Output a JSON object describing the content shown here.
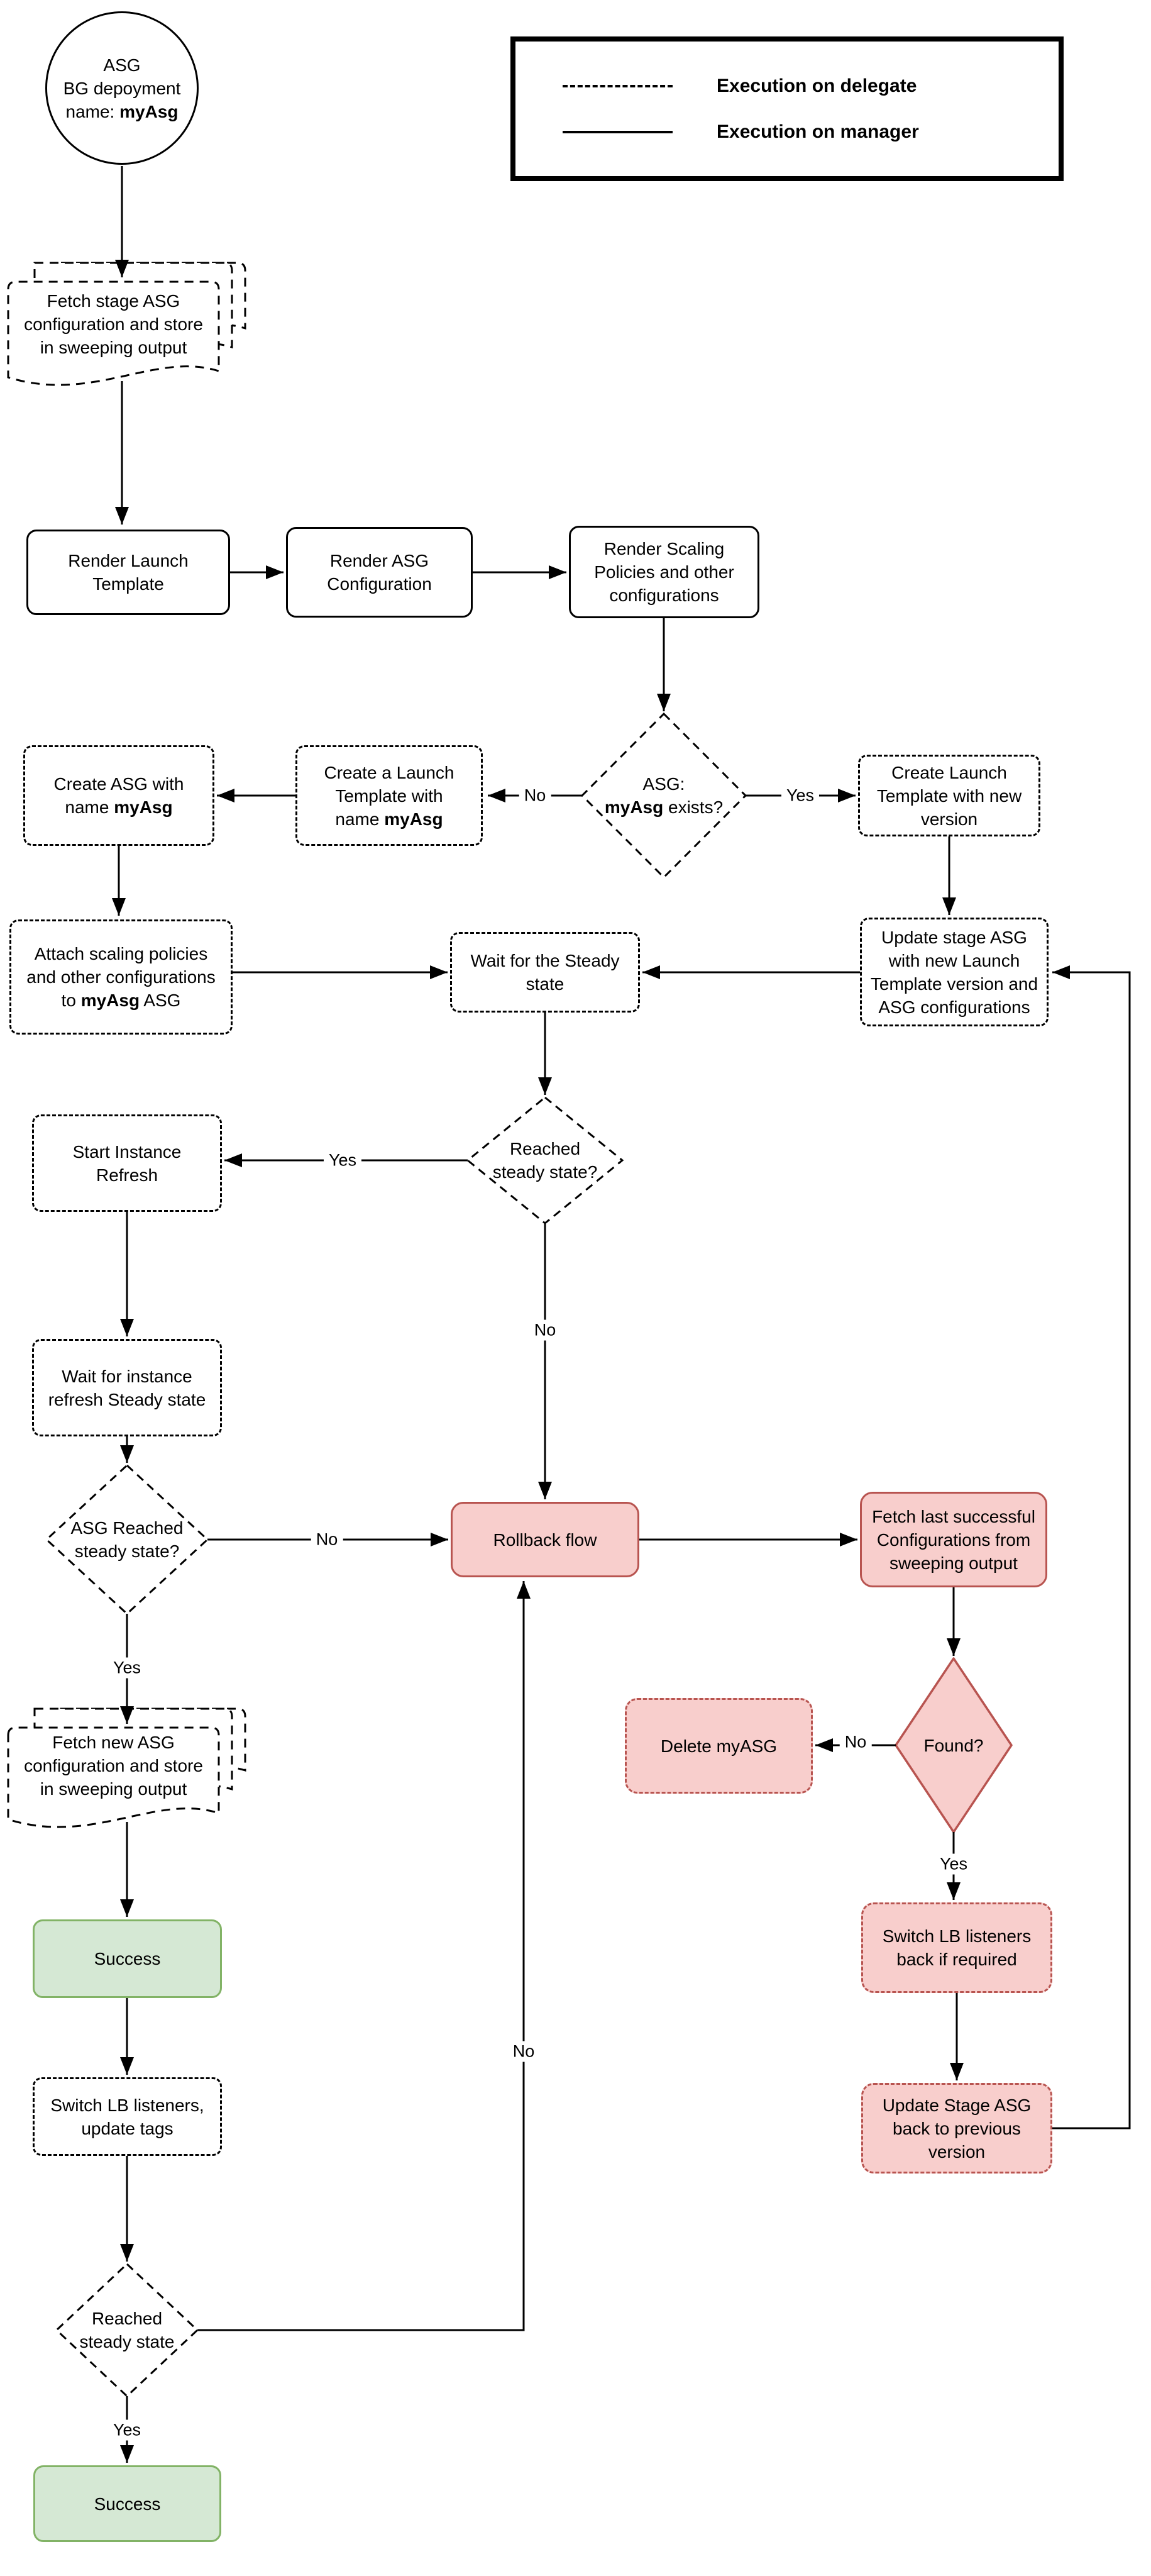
{
  "legend": {
    "items": [
      {
        "style": "dashed",
        "label": "Execution on delegate"
      },
      {
        "style": "solid",
        "label": "Execution on manager"
      }
    ]
  },
  "colors": {
    "line": "#000000",
    "danger_fill": "#f8cecc",
    "danger_border": "#b85450",
    "success_fill": "#d5e8d4",
    "success_border": "#82b366"
  },
  "nodes": {
    "start": {
      "l1": "ASG",
      "l2": "BG depoyment",
      "l3a": "name: ",
      "l3b": "myAsg"
    },
    "fetch_stage": {
      "l1": "Fetch stage ASG",
      "l2": "configuration and store",
      "l3": "in sweeping output"
    },
    "render_launch": {
      "l1": "Render Launch",
      "l2": "Template"
    },
    "render_asg": {
      "l1": "Render ASG",
      "l2": "Configuration"
    },
    "render_scaling": {
      "l1": "Render Scaling",
      "l2": "Policies and other",
      "l3": "configurations"
    },
    "asg_exists": {
      "l1": "ASG:",
      "l2b": "myAsg",
      "l2a": " exists?"
    },
    "create_asg": {
      "l1": "Create ASG with",
      "l2a": "name ",
      "l2b": "myAsg"
    },
    "create_launch_myasg": {
      "l1": "Create a Launch",
      "l2": "Template with",
      "l3a": "name ",
      "l3b": "myAsg"
    },
    "create_launch_new": {
      "l1": "Create Launch",
      "l2": "Template with new",
      "l3": "version"
    },
    "attach_scaling": {
      "l1": "Attach scaling policies",
      "l2": "and other configurations",
      "l3a": "to ",
      "l3b": "myAsg",
      "l3c": " ASG"
    },
    "wait_steady": {
      "l1": "Wait for the Steady",
      "l2": "state"
    },
    "update_stage": {
      "l1": "Update stage ASG",
      "l2": "with new Launch",
      "l3": "Template version and",
      "l4": "ASG configurations"
    },
    "reached_steady_q": {
      "l1": "Reached",
      "l2": "steady state?"
    },
    "start_refresh": {
      "l1": "Start Instance",
      "l2": "Refresh"
    },
    "wait_refresh": {
      "l1": "Wait for instance",
      "l2": "refresh Steady state"
    },
    "asg_reached_q": {
      "l1": "ASG Reached",
      "l2": "steady state?"
    },
    "rollback": {
      "l1": "Rollback flow"
    },
    "fetch_last": {
      "l1": "Fetch last successful",
      "l2": "Configurations from",
      "l3": "sweeping output"
    },
    "found_q": {
      "l1": "Found?"
    },
    "delete_myasg": {
      "l1": "Delete myASG"
    },
    "fetch_new": {
      "l1": "Fetch new ASG",
      "l2": "configuration and store",
      "l3": "in sweeping output"
    },
    "success1": {
      "l1": "Success"
    },
    "switch_lb_back": {
      "l1": "Switch LB listeners",
      "l2": "back if required"
    },
    "switch_lb_tags": {
      "l1": "Switch LB listeners,",
      "l2": "update tags"
    },
    "update_back": {
      "l1": "Update Stage ASG",
      "l2": "back to previous",
      "l3": "version"
    },
    "reached_steady2": {
      "l1": "Reached",
      "l2": "steady state"
    },
    "success2": {
      "l1": "Success"
    }
  },
  "edge_labels": {
    "exists_no": "No",
    "exists_yes": "Yes",
    "steady_yes": "Yes",
    "steady_no": "No",
    "asg_reached_no": "No",
    "asg_reached_yes": "Yes",
    "found_no": "No",
    "found_yes": "Yes",
    "bottom_no": "No",
    "bottom_yes": "Yes"
  }
}
